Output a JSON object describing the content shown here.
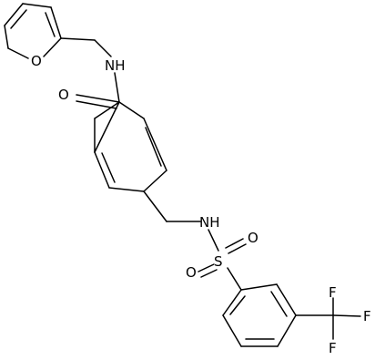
{
  "molecule": {
    "atoms": [
      {
        "id": "o_furan",
        "label": "O"
      },
      {
        "id": "n_amide",
        "label": "NH"
      },
      {
        "id": "o_carbonyl",
        "label": "O"
      },
      {
        "id": "n_sulfonamide",
        "label": "NH"
      },
      {
        "id": "s_sulfonyl",
        "label": "S"
      },
      {
        "id": "o_sulfonyl_1",
        "label": "O"
      },
      {
        "id": "o_sulfonyl_2",
        "label": "O"
      },
      {
        "id": "f_1",
        "label": "F"
      },
      {
        "id": "f_2",
        "label": "F"
      },
      {
        "id": "f_3",
        "label": "F"
      }
    ]
  },
  "colors": {
    "bond": "#000000",
    "text": "#000000",
    "background": "#ffffff"
  }
}
